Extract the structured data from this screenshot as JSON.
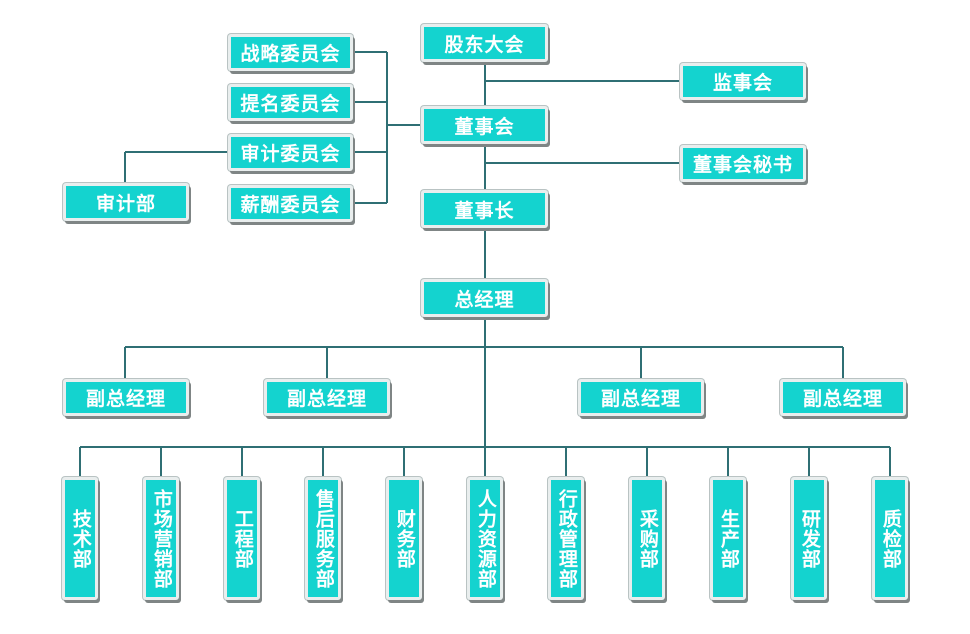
{
  "nodes": {
    "shareholders": "股东大会",
    "supervisors": "监事会",
    "board": "董事会",
    "board_secretary": "董事会秘书",
    "chairman": "董事长",
    "strategy_committee": "战略委员会",
    "nomination_committee": "提名委员会",
    "audit_committee": "审计委员会",
    "compensation_committee": "薪酬委员会",
    "audit_dept": "审计部",
    "general_manager": "总经理",
    "deputy_gm": [
      "副总经理",
      "副总经理",
      "副总经理",
      "副总经理"
    ],
    "departments": [
      "技术部",
      "市场营销部",
      "工程部",
      "售后服务部",
      "财务部",
      "人力资源部",
      "行政管理部",
      "采购部",
      "生产部",
      "研发部",
      "质检部"
    ]
  },
  "colors": {
    "box_fill": "#14d3cf",
    "box_text": "#ffffff",
    "connector": "#2f6f74"
  }
}
